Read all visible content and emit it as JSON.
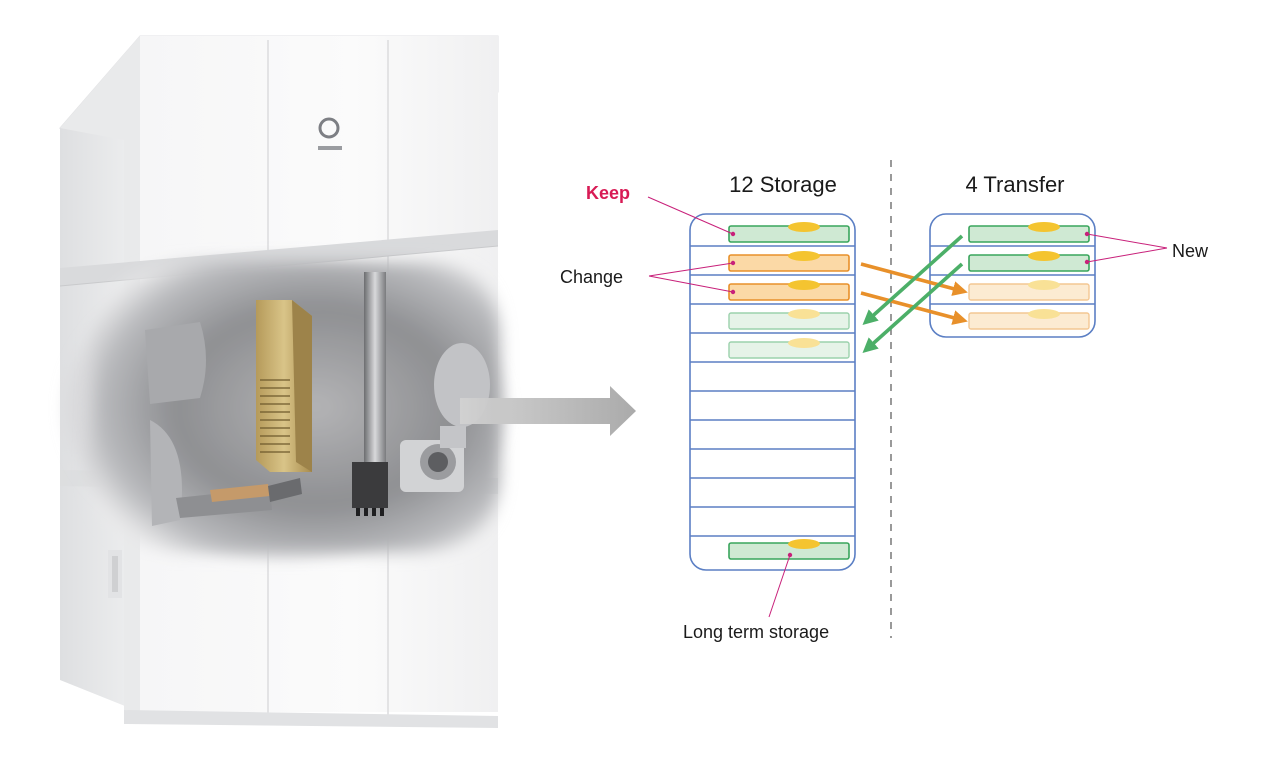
{
  "storage": {
    "title": "12 Storage",
    "slot_count": 12
  },
  "transfer": {
    "title": "4 Transfer",
    "slot_count": 4
  },
  "labels": {
    "keep": "Keep",
    "change": "Change",
    "new": "New",
    "long_term": "Long term storage"
  },
  "colors": {
    "keep_red": "#d81b55",
    "pointer_magenta": "#c8207a",
    "frame_blue": "#5b7fc4",
    "cartridge_green": "#39a55c",
    "cartridge_green_fill": "#cfe9d3",
    "cartridge_orange": "#e8902a",
    "cartridge_orange_fill": "#fbd9a6",
    "marker_yellow": "#f4c430",
    "arrow_grey": "#b5b5b5"
  }
}
